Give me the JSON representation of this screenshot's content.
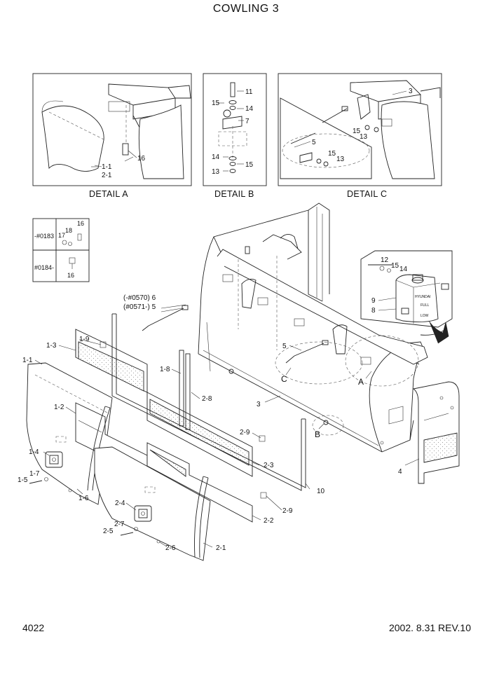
{
  "title": "COWLING 3",
  "page_number": "4022",
  "revision": "2002. 8.31 REV.10",
  "details": {
    "a": {
      "caption": "DETAIL  A",
      "labels": [
        "1-1",
        "2-1",
        "16"
      ]
    },
    "b": {
      "caption": "DETAIL  B",
      "labels": [
        "11",
        "15",
        "14",
        "7",
        "14",
        "15",
        "13"
      ]
    },
    "c": {
      "caption": "DETAIL  C",
      "labels": [
        "3",
        "15",
        "13",
        "5",
        "15",
        "13"
      ]
    }
  },
  "serial_table": {
    "row1": {
      "range": "-#0183",
      "parts": [
        "17",
        "18",
        "16"
      ]
    },
    "row2": {
      "range": "#0184-",
      "parts": [
        "16"
      ]
    }
  },
  "tank_inset": {
    "labels": [
      "12",
      "15",
      "14",
      "9",
      "8"
    ],
    "tank_text_brand": "HYUNDAI",
    "tank_text_full": "FULL",
    "tank_text_low": "LOW"
  },
  "callouts": {
    "l6": "(-#0570) 6",
    "l5": "(#0571-) 5",
    "p19": "1-9",
    "p13": "1-3",
    "p11": "1-1",
    "p18": "1-8",
    "p28": "2-8",
    "p12": "1-2",
    "p14": "1-4",
    "p17": "1-7",
    "p15": "1-5",
    "p16": "1-6",
    "p29a": "2-9",
    "p23": "2-3",
    "p24": "2-4",
    "p27": "2-7",
    "p25": "2-5",
    "p26": "2-6",
    "p21": "2-1",
    "p22": "2-2",
    "p29b": "2-9",
    "p10": "10",
    "p3": "3",
    "p4": "4",
    "p5": "5",
    "pC": "C",
    "pA": "A",
    "pB": "B"
  }
}
